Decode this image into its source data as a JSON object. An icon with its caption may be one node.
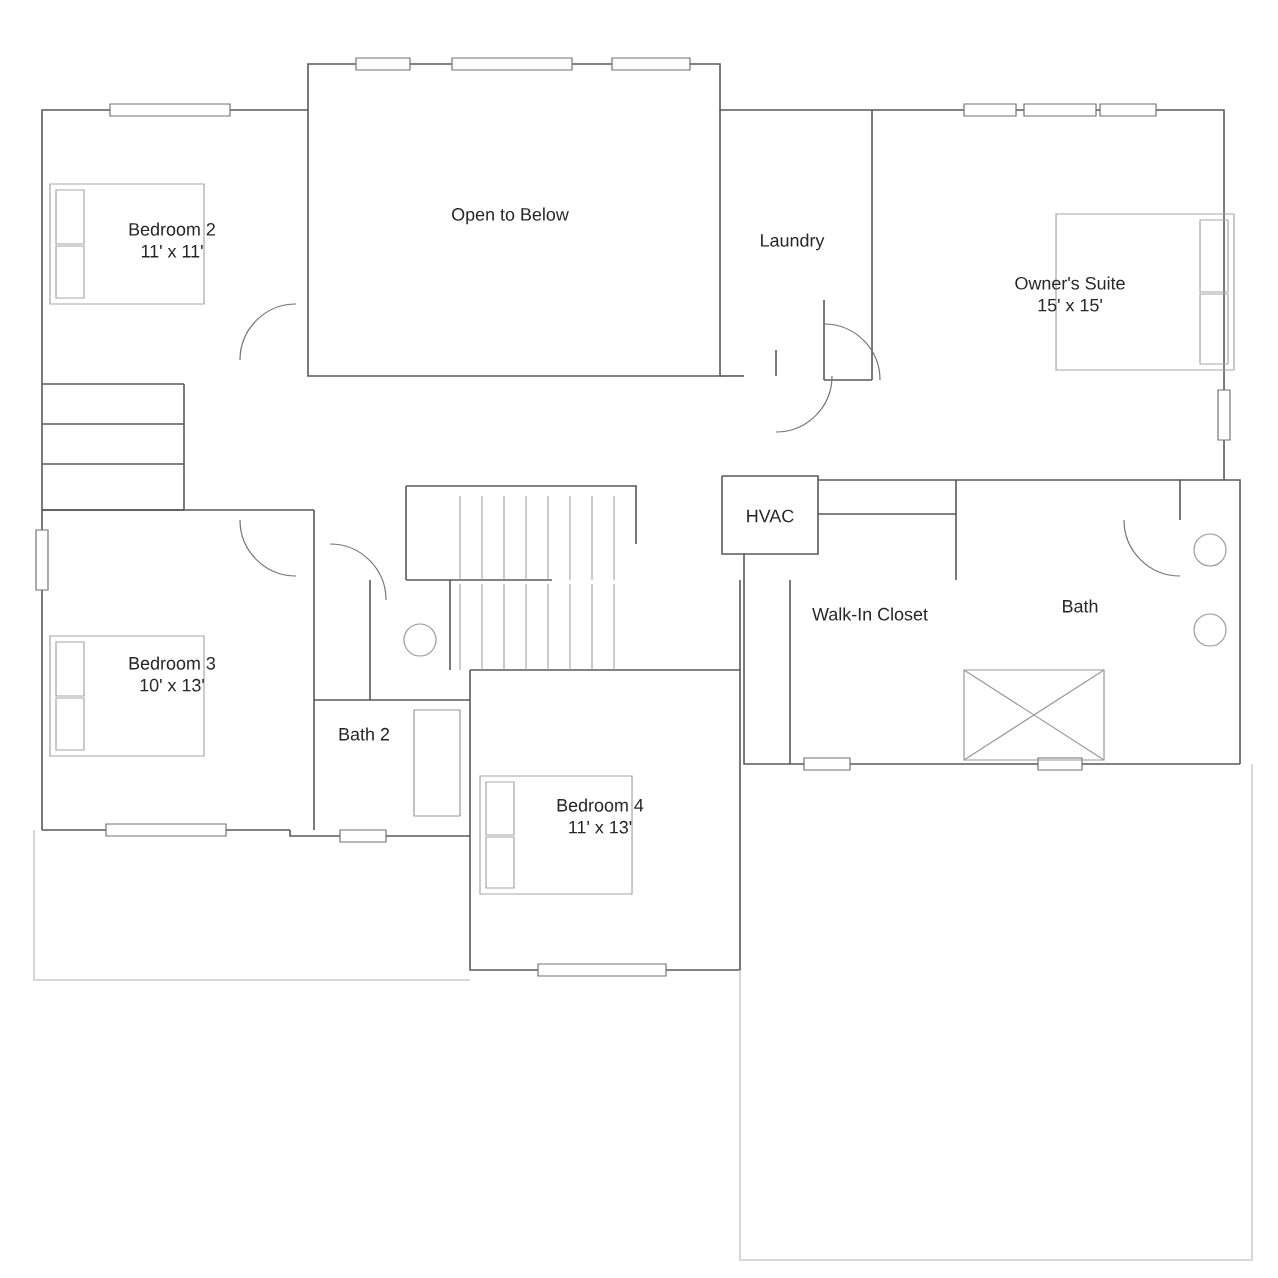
{
  "diagram": {
    "nodes": [
      {
        "text": [
          "Open to Below"
        ]
      },
      {
        "text": [
          "Bedroom 2",
          "11' x 11'"
        ]
      },
      {
        "text": [
          "Laundry"
        ]
      },
      {
        "text": [
          "Owner's Suite",
          "15' x 15'"
        ]
      },
      {
        "text": [
          "HVAC"
        ]
      },
      {
        "text": [
          "Bath"
        ]
      },
      {
        "text": [
          "Walk-In Closet"
        ]
      },
      {
        "text": [
          "Bedroom 3",
          "10' x 13'"
        ]
      },
      {
        "text": [
          "Bath 2"
        ]
      },
      {
        "text": [
          "Bedroom 4",
          "11' x 13'"
        ]
      }
    ]
  }
}
